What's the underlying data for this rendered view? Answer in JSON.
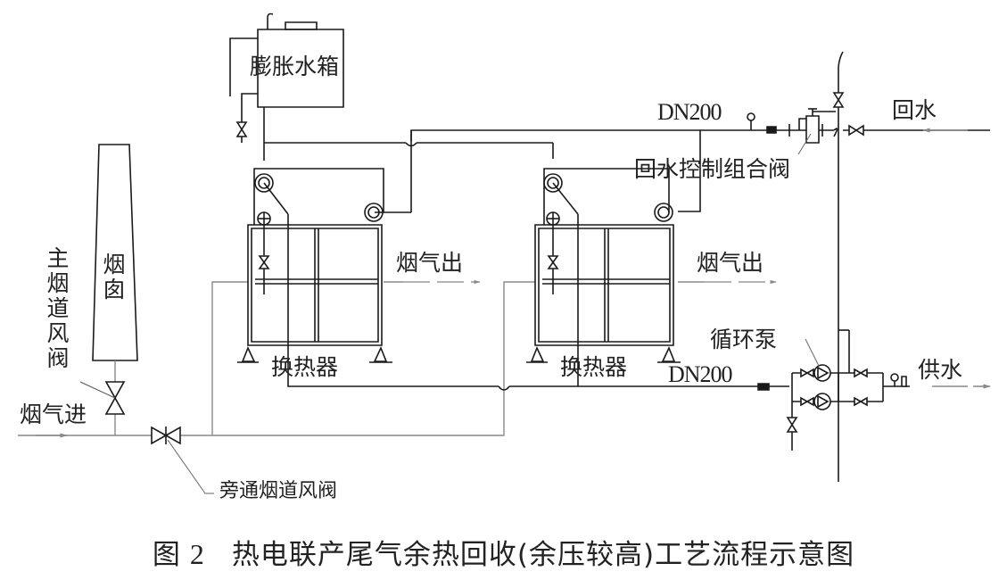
{
  "figure": {
    "number_label": "图",
    "number": "2",
    "title": "热电联产尾气余热回收(余压较高)工艺流程示意图"
  },
  "labels": {
    "expansion_tank": "膨胀水箱",
    "chimney": "烟囱",
    "main_flue_damper": "主烟道风阀",
    "flue_gas_in": "烟气进",
    "bypass_damper": "旁通烟道风阀",
    "heat_exchanger_1": "换热器",
    "heat_exchanger_2": "换热器",
    "flue_gas_out_1": "烟气出",
    "flue_gas_out_2": "烟气出",
    "return_pipe_size": "DN200",
    "supply_pipe_size": "DN200",
    "return_water": "回水",
    "return_control_valve": "回水控制组合阀",
    "circulation_pump": "循环泵",
    "supply_water": "供水"
  },
  "colors": {
    "line": "#1a1a1a",
    "flue_line": "#8a8a8a",
    "text": "#222222",
    "background": "#ffffff"
  }
}
